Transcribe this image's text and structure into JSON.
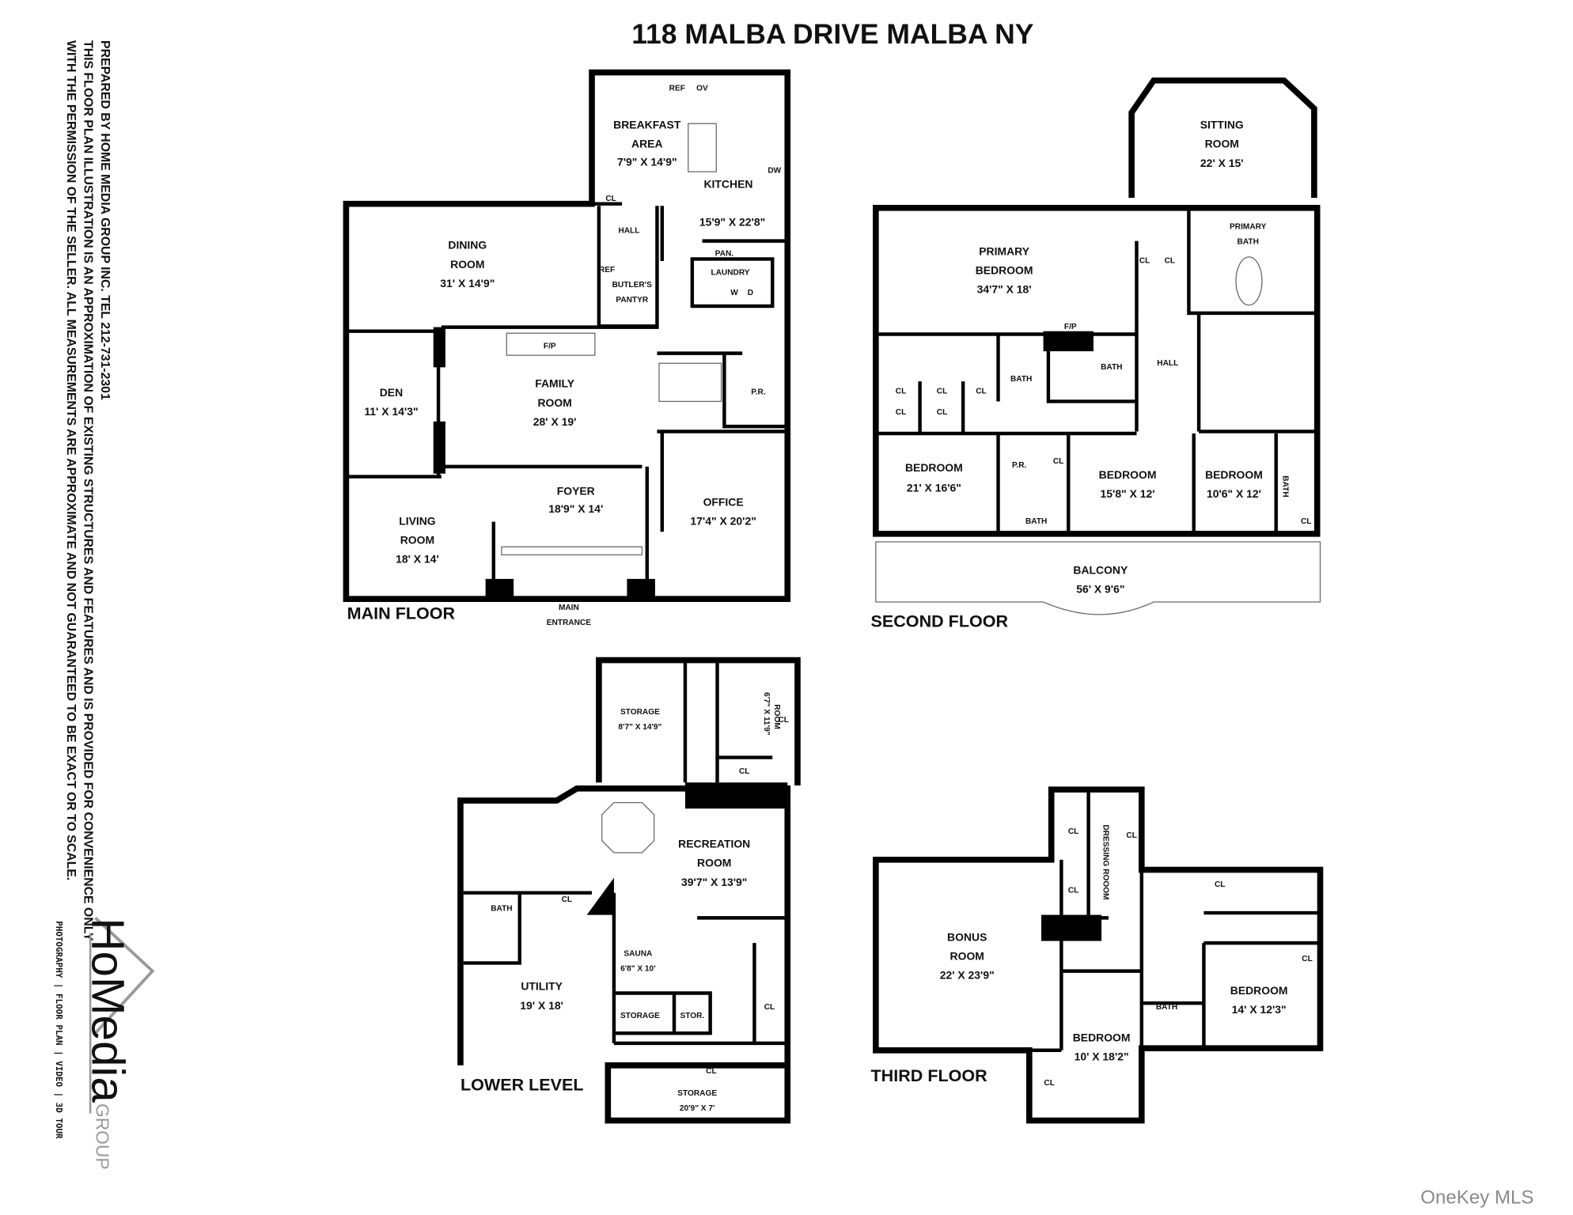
{
  "title": "118 MALBA DRIVE MALBA NY",
  "disclaimer": [
    "PREPARED BY HOME MEDIA GROUP INC.  TEL 212-731-2301",
    "THIS FLOOR PLAN ILLUSTRATION IS AN APPROXIMATION OF EXISTING STRUCTURES AND FEATURES AND IS PROVIDED FOR CONVENIENCE ONLY",
    "WITH THE PERMISSION OF THE SELLER. ALL MEASUREMENTS ARE APPROXIMATE AND NOT GUARANTEED TO BE EXACT OR TO SCALE."
  ],
  "logo": {
    "name": "HoMedia",
    "sub": "GROUP",
    "tagline": "PHOTOGRAPHY | FLOOR PLAN | VIDEO | 3D TOUR"
  },
  "watermark": "OneKey MLS",
  "floors": {
    "main": {
      "label": "MAIN FLOOR",
      "breakfast": [
        "BREAKFAST",
        "AREA",
        "7'9\" X 14'9\""
      ],
      "kitchen": [
        "KITCHEN",
        "15'9\" X 22'8\""
      ],
      "ref": "REF",
      "ov": "OV",
      "dw": "DW",
      "cl": "CL",
      "hall": "HALL",
      "pan": "PAN.",
      "laundry": "LAUNDRY",
      "washer": "W",
      "dryer": "D",
      "ref2": "REF",
      "butlers": [
        "BUTLER'S",
        "PANTYR"
      ],
      "dining": [
        "DINING",
        "ROOM",
        "31' X 14'9\""
      ],
      "fp": "F/P",
      "family": [
        "FAMILY",
        "ROOM",
        "28' X 19'"
      ],
      "den": [
        "DEN",
        "11' X 14'3\""
      ],
      "pr": "P.R.",
      "foyer": [
        "FOYER",
        "18'9\" X 14'"
      ],
      "office": [
        "OFFICE",
        "17'4\" X 20'2\""
      ],
      "living": [
        "LIVING",
        "ROOM",
        "18' X 14'"
      ],
      "entrance": [
        "MAIN",
        "ENTRANCE"
      ]
    },
    "second": {
      "label": "SECOND FLOOR",
      "sitting": [
        "SITTING",
        "ROOM",
        "22' X 15'"
      ],
      "primary_bedroom": [
        "PRIMARY",
        "BEDROOM",
        "34'7\" X 18'"
      ],
      "primary_bath": [
        "PRIMARY",
        "BATH"
      ],
      "cl": "CL",
      "fp": "F/P",
      "bath": "BATH",
      "hall": "HALL",
      "pr": "P.R.",
      "bedroom1": [
        "BEDROOM",
        "21' X 16'6\""
      ],
      "bedroom2": [
        "BEDROOM",
        "15'8\" X 12'"
      ],
      "bedroom3": [
        "BEDROOM",
        "10'6\" X 12'"
      ],
      "balcony": [
        "BALCONY",
        "56' X 9'6\""
      ]
    },
    "lower": {
      "label": "LOWER LEVEL",
      "storage1": [
        "STORAGE",
        "8'7\" X 14'9\""
      ],
      "room": [
        "ROOM",
        "6'7\" X 11'9\""
      ],
      "cl": "CL",
      "recreation": [
        "RECREATION",
        "ROOM",
        "39'7\" X 13'9\""
      ],
      "bath": "BATH",
      "utility": [
        "UTILITY",
        "19' X 18'"
      ],
      "sauna": [
        "SAUNA",
        "6'8\" X 10'"
      ],
      "storage2": "STORAGE",
      "stor": "STOR.",
      "storage3": [
        "STORAGE",
        "20'9\" X 7'"
      ]
    },
    "third": {
      "label": "THIRD FLOOR",
      "cl": "CL",
      "dressing": "DRESSING ROOOM",
      "bonus": [
        "BONUS",
        "ROOM",
        "22' X 23'9\""
      ],
      "bedroom1": [
        "BEDROOM",
        "14' X 12'3\""
      ],
      "bath": "BATH",
      "bedroom2": [
        "BEDROOM",
        "10' X 18'2\""
      ]
    }
  }
}
